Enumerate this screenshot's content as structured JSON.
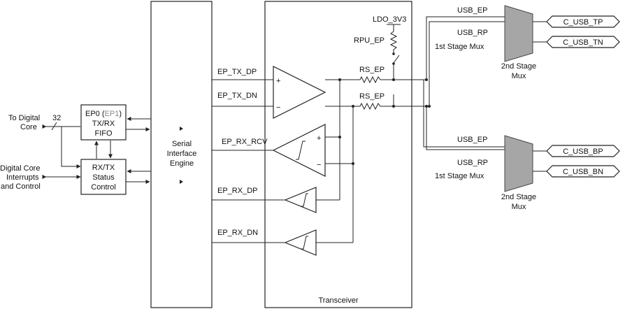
{
  "colors": {
    "mux_fill": "#a6a6a6",
    "ep1_text": "#8a8a8a",
    "line": "#222222"
  },
  "left": {
    "to_digital_core": [
      "To Digital",
      "Core"
    ],
    "bus_width": "32",
    "digital_core_ctrl": [
      "Digital Core",
      "Interrupts",
      "and Control"
    ]
  },
  "fifo": {
    "line1_a": "EP0 (",
    "line1_b": "EP1",
    "line1_c": ")",
    "line2": "TX/RX",
    "line3": "FIFO"
  },
  "status": {
    "lines": [
      "RX/TX",
      "Status",
      "Control"
    ]
  },
  "sie": {
    "lines": [
      "Serial",
      "Interface",
      "Engine"
    ]
  },
  "transceiver": {
    "label": "Transceiver",
    "ldo": "LDO_3V3",
    "rpu": "RPU_EP",
    "rs_top": "RS_EP",
    "rs_bottom": "RS_EP"
  },
  "signals": {
    "tx_dp": "EP_TX_DP",
    "tx_dn": "EP_TX_DN",
    "rx_rcv": "EP_RX_RCV",
    "rx_dp": "EP_RX_DP",
    "rx_dn": "EP_RX_DN"
  },
  "mux_top": {
    "usb_ep": "USB_EP",
    "usb_rp": "USB_RP",
    "first_stage": "1st Stage Mux",
    "second_stage": [
      "2nd Stage",
      "Mux"
    ]
  },
  "mux_bottom": {
    "usb_ep": "USB_EP",
    "usb_rp": "USB_RP",
    "first_stage": "1st Stage Mux",
    "second_stage": [
      "2nd Stage",
      "Mux"
    ]
  },
  "connectors": {
    "tp": "C_USB_TP",
    "tn": "C_USB_TN",
    "bp": "C_USB_BP",
    "bn": "C_USB_BN"
  }
}
